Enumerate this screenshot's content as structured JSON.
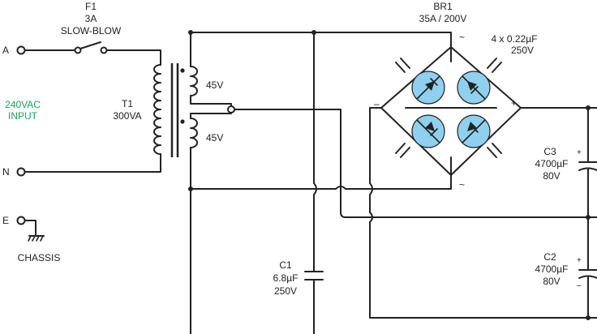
{
  "labels": {
    "fuse_ref": "F1",
    "fuse_rating": "3A",
    "fuse_type": "SLOW-BLOW",
    "term_a": "A",
    "term_n": "N",
    "term_e": "E",
    "input_line1": "240VAC",
    "input_line2": "INPUT",
    "chassis": "CHASSIS",
    "transformer_ref": "T1",
    "transformer_rating": "300VA",
    "secondary_upper": "45V",
    "secondary_lower": "45V",
    "bridge_ref": "BR1",
    "bridge_rating": "35A / 200V",
    "bridge_caps": "4 x 0.22µF",
    "bridge_caps_voltage": "250V",
    "ac_symbol": "~",
    "minus_symbol": "–",
    "plus_symbol": "+",
    "c3_ref": "C3",
    "c3_value": "4700µF",
    "c3_voltage": "80V",
    "c2_ref": "C2",
    "c2_value": "4700µF",
    "c2_voltage": "80V",
    "c1_ref": "C1",
    "c1_value": "6.8µF",
    "c1_voltage": "250V"
  },
  "colors": {
    "wire": "#222222",
    "input_label": "#1aa25a",
    "diode_disc": "#8fd0ee"
  }
}
